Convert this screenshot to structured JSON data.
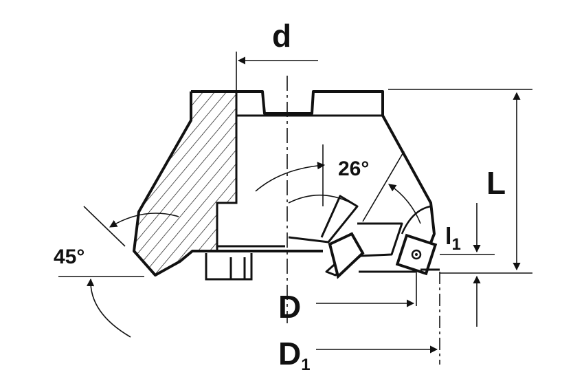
{
  "colors": {
    "ink": "#111111",
    "background": "#ffffff"
  },
  "labels": {
    "d": "d",
    "L": "L",
    "l1_main": "l",
    "l1_sub": "1",
    "D": "D",
    "D1_main": "D",
    "D1_sub": "1",
    "angle_26": "26°",
    "angle_45": "45°"
  }
}
